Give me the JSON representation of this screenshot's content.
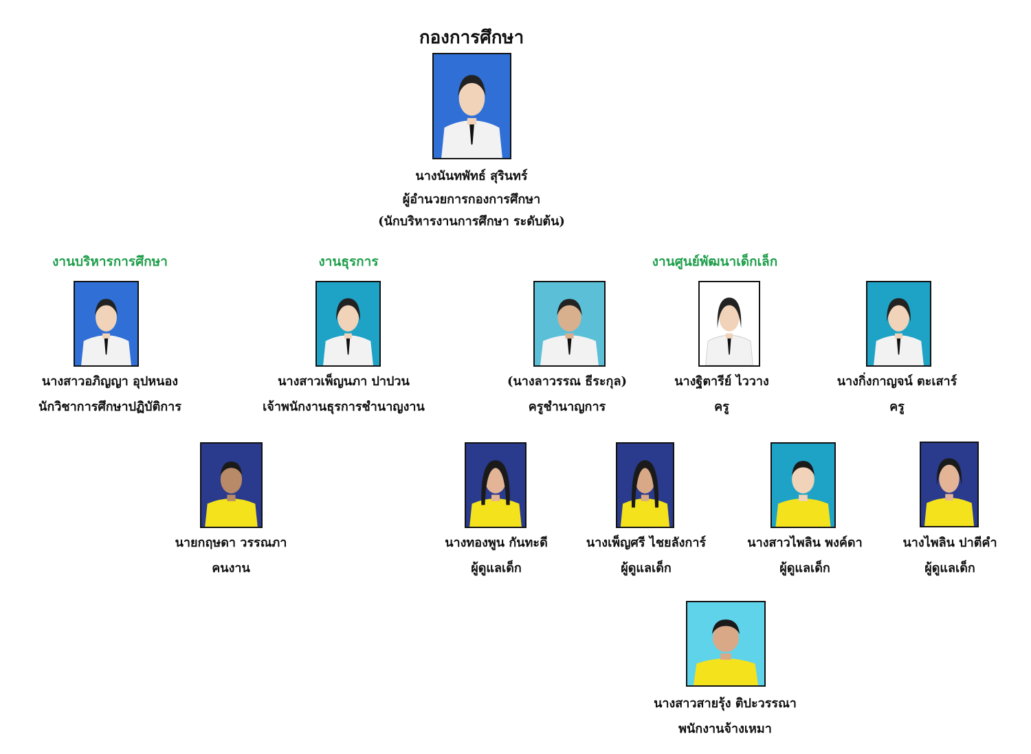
{
  "title": "กองการศึกษา",
  "colors": {
    "section": "#1e9e4a",
    "uniform_white": "#f2f2f2",
    "shirt_yellow": "#f4e21c",
    "bg_blue": "#2f6fd6",
    "bg_teal": "#1ea3c6",
    "bg_navy": "#2a3a8c",
    "bg_cyan": "#5fd3ea"
  },
  "sections": [
    "งานบริหารการศึกษา",
    "งานธุรการ",
    "งานศูนย์พัฒนาเด็กเล็ก"
  ],
  "people": [
    {
      "name": "นางนันทพัทธ์  สุรินทร์",
      "role": "ผู้อำนวยการกองการศึกษา",
      "role2": "(นักบริหารงานการศึกษา ระดับต้น)"
    },
    {
      "name": "นางสาวอภิญญา  อุปหนอง",
      "role": "นักวิชาการศึกษาปฏิบัติการ"
    },
    {
      "name": "นางสาวเพ็ญนภา ปาปวน",
      "role": "เจ้าพนักงานธุรการชำนาญงาน"
    },
    {
      "name": "(นางลาวรรณ ธีระกุล)",
      "role": "ครูชำนาญการ"
    },
    {
      "name": "นางฐิตารีย์  ไววาง",
      "role": "ครู"
    },
    {
      "name": "นางกิ่งกาญจน์  ตะเสาร์",
      "role": "ครู"
    },
    {
      "name": "นายกฤษดา  วรรณภา",
      "role": "คนงาน"
    },
    {
      "name": "นางทองพูน  กันทะดี",
      "role": "ผู้ดูแลเด็ก"
    },
    {
      "name": "นางเพ็ญศรี  ไชยลังการ์",
      "role": "ผู้ดูแลเด็ก"
    },
    {
      "name": "นางสาวไพลิน  พงค์ดา",
      "role": "ผู้ดูแลเด็ก"
    },
    {
      "name": "นางไพลิน  ปาตีคำ",
      "role": "ผู้ดูแลเด็ก"
    },
    {
      "name": "นางสาวสายรุ้ง ติปะวรรณา",
      "role": "พนักงานจ้างเหมา"
    }
  ]
}
